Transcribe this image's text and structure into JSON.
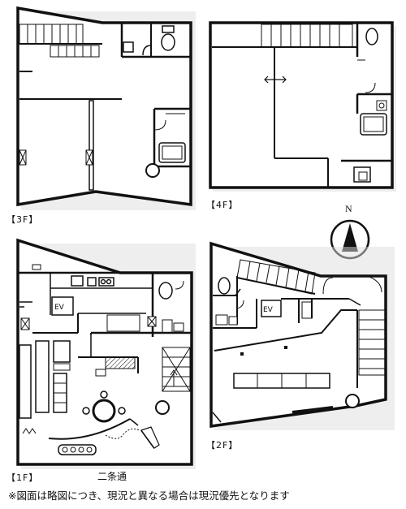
{
  "floors": {
    "f3": {
      "label": "【3F】"
    },
    "f4": {
      "label": "【4F】"
    },
    "f1": {
      "label": "【1F】"
    },
    "f2": {
      "label": "【2F】"
    }
  },
  "compass": {
    "label": "N"
  },
  "street": {
    "label": "二条通"
  },
  "elevator": {
    "f1_label": "EV",
    "f2_label": "EV"
  },
  "footnote": {
    "text": "※図面は略図につき、現況と異なる場合は現況優先となります"
  },
  "colors": {
    "wall": "#111111",
    "bg": "#ffffff",
    "shadow": "#d8d8d8"
  }
}
